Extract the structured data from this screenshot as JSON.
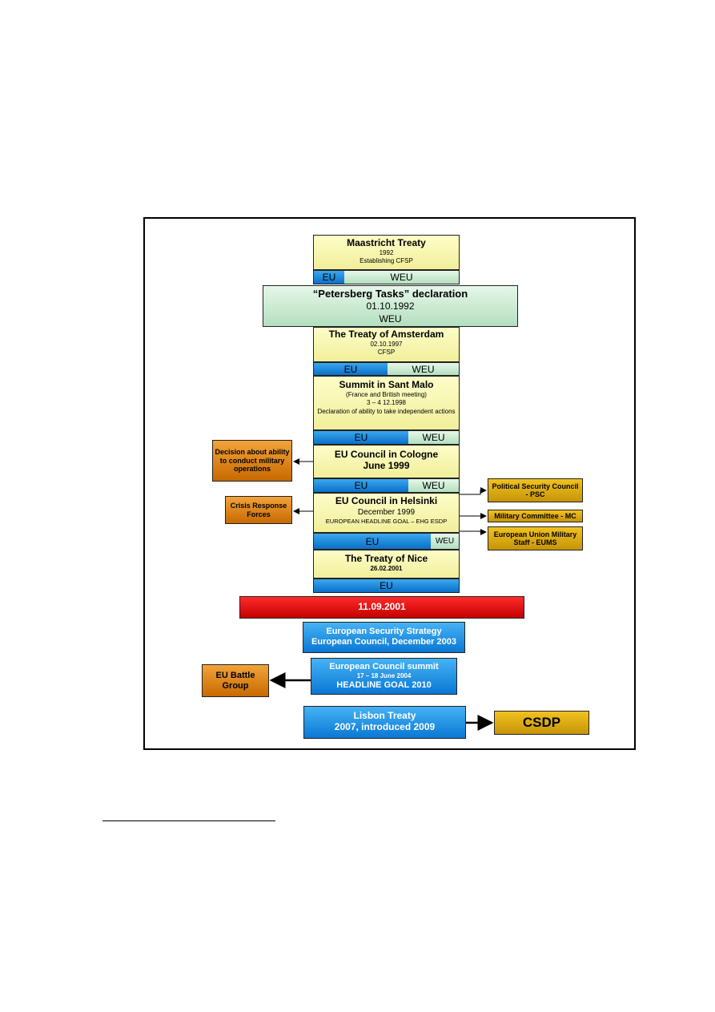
{
  "maastricht": {
    "title": "Maastricht Treaty",
    "year": "1992",
    "sub": "Establishing CFSP"
  },
  "bar1": {
    "eu": "EU",
    "weu": "WEU"
  },
  "petersberg": {
    "title": "“Petersberg Tasks” declaration",
    "date": "01.10.1992",
    "org": "WEU"
  },
  "amsterdam": {
    "title": "The Treaty of Amsterdam",
    "date": "02.10.1997",
    "sub": "CFSP"
  },
  "bar2": {
    "eu": "EU",
    "weu": "WEU"
  },
  "santmalo": {
    "title": "Summit in Sant Malo",
    "note": "(France and British meeting)",
    "date": "3 – 4 12.1998",
    "sub": "Declaration of ability to take independent actions"
  },
  "bar3": {
    "eu": "EU",
    "weu": "WEU"
  },
  "cologne": {
    "title": "EU Council in Cologne",
    "date": "June 1999"
  },
  "decision": {
    "label": "Decision about ability to conduct military operations"
  },
  "bar4": {
    "eu": "EU",
    "weu": "WEU"
  },
  "helsinki": {
    "title": "EU Council in Helsinki",
    "date": "December 1999",
    "sub": "EUROPEAN HEADLINE GOAL – EHG ESDP"
  },
  "crisis": {
    "label": "Crisis Response Forces"
  },
  "psc": {
    "label": "Political Security Council - PSC"
  },
  "mc": {
    "label": "Military Committee - MC"
  },
  "eums": {
    "label": "European Union Military Staff - EUMS"
  },
  "bar5": {
    "eu": "EU",
    "weu": "WEU"
  },
  "nice": {
    "title": "The Treaty of Nice",
    "date": "26.02.2001"
  },
  "bar6": {
    "eu": "EU"
  },
  "nineeleven": {
    "label": "11.09.2001"
  },
  "ess": {
    "title": "European Security Strategy",
    "sub": "European Council, December 2003"
  },
  "summit2004": {
    "title": "European Council summit",
    "date": "17 – 18 June 2004",
    "sub": "HEADLINE GOAL 2010"
  },
  "battlegroup": {
    "label": "EU Battle Group"
  },
  "lisbon": {
    "title": "Lisbon Treaty",
    "sub": "2007, introduced 2009"
  },
  "csdp": {
    "label": "CSDP"
  },
  "colors": {
    "eu_blue": "#0a78d4",
    "weu_green": "#b3dfbf",
    "treaty_yellow": "#f1ef9a",
    "side_orange": "#c76a00",
    "gold": "#c7940a",
    "red": "#c40000"
  }
}
